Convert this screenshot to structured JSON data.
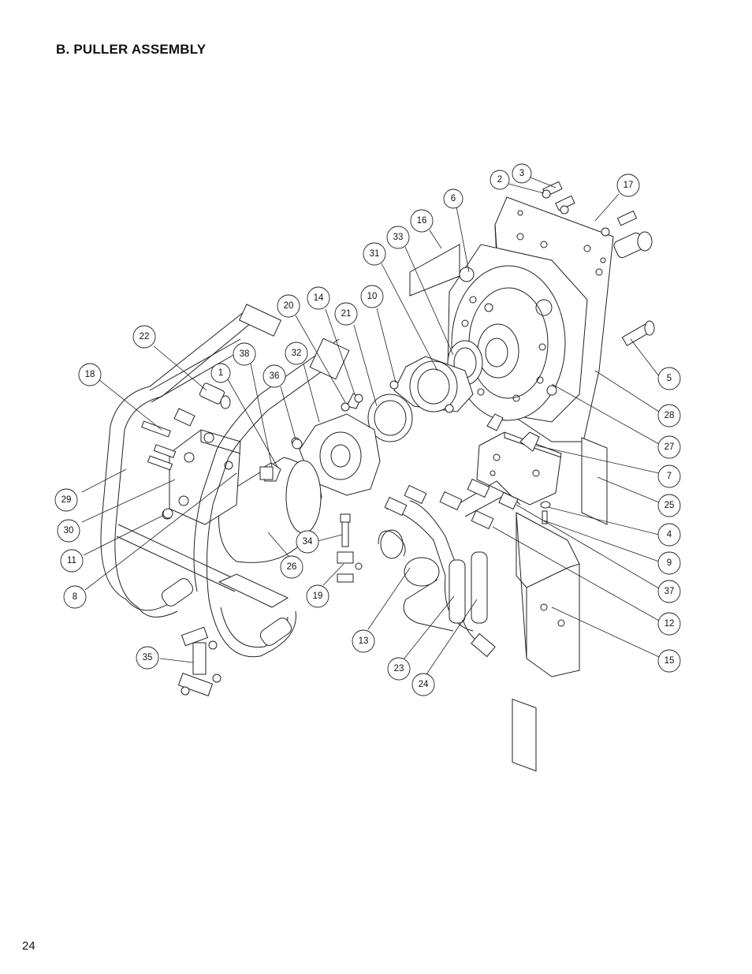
{
  "page": {
    "title": "B.  PULLER ASSEMBLY",
    "page_number": "24"
  },
  "callouts": [
    {
      "id": "c1",
      "label": "1"
    },
    {
      "id": "c2",
      "label": "2"
    },
    {
      "id": "c3",
      "label": "3"
    },
    {
      "id": "c4",
      "label": "4"
    },
    {
      "id": "c5",
      "label": "5"
    },
    {
      "id": "c6",
      "label": "6"
    },
    {
      "id": "c7",
      "label": "7"
    },
    {
      "id": "c8",
      "label": "8"
    },
    {
      "id": "c9",
      "label": "9"
    },
    {
      "id": "c10",
      "label": "10"
    },
    {
      "id": "c11",
      "label": "11"
    },
    {
      "id": "c12",
      "label": "12"
    },
    {
      "id": "c13",
      "label": "13"
    },
    {
      "id": "c14",
      "label": "14"
    },
    {
      "id": "c15",
      "label": "15"
    },
    {
      "id": "c16",
      "label": "16"
    },
    {
      "id": "c17",
      "label": "17"
    },
    {
      "id": "c18",
      "label": "18"
    },
    {
      "id": "c19",
      "label": "19"
    },
    {
      "id": "c20",
      "label": "20"
    },
    {
      "id": "c21",
      "label": "21"
    },
    {
      "id": "c22",
      "label": "22"
    },
    {
      "id": "c23",
      "label": "23"
    },
    {
      "id": "c24",
      "label": "24"
    },
    {
      "id": "c25",
      "label": "25"
    },
    {
      "id": "c26",
      "label": "26"
    },
    {
      "id": "c27",
      "label": "27"
    },
    {
      "id": "c28",
      "label": "28"
    },
    {
      "id": "c29",
      "label": "29"
    },
    {
      "id": "c30",
      "label": "30"
    },
    {
      "id": "c31",
      "label": "31"
    },
    {
      "id": "c32",
      "label": "32"
    },
    {
      "id": "c33",
      "label": "33"
    },
    {
      "id": "c34",
      "label": "34"
    },
    {
      "id": "c35",
      "label": "35"
    },
    {
      "id": "c36",
      "label": "36"
    },
    {
      "id": "c37",
      "label": "37"
    },
    {
      "id": "c38",
      "label": "38"
    }
  ]
}
